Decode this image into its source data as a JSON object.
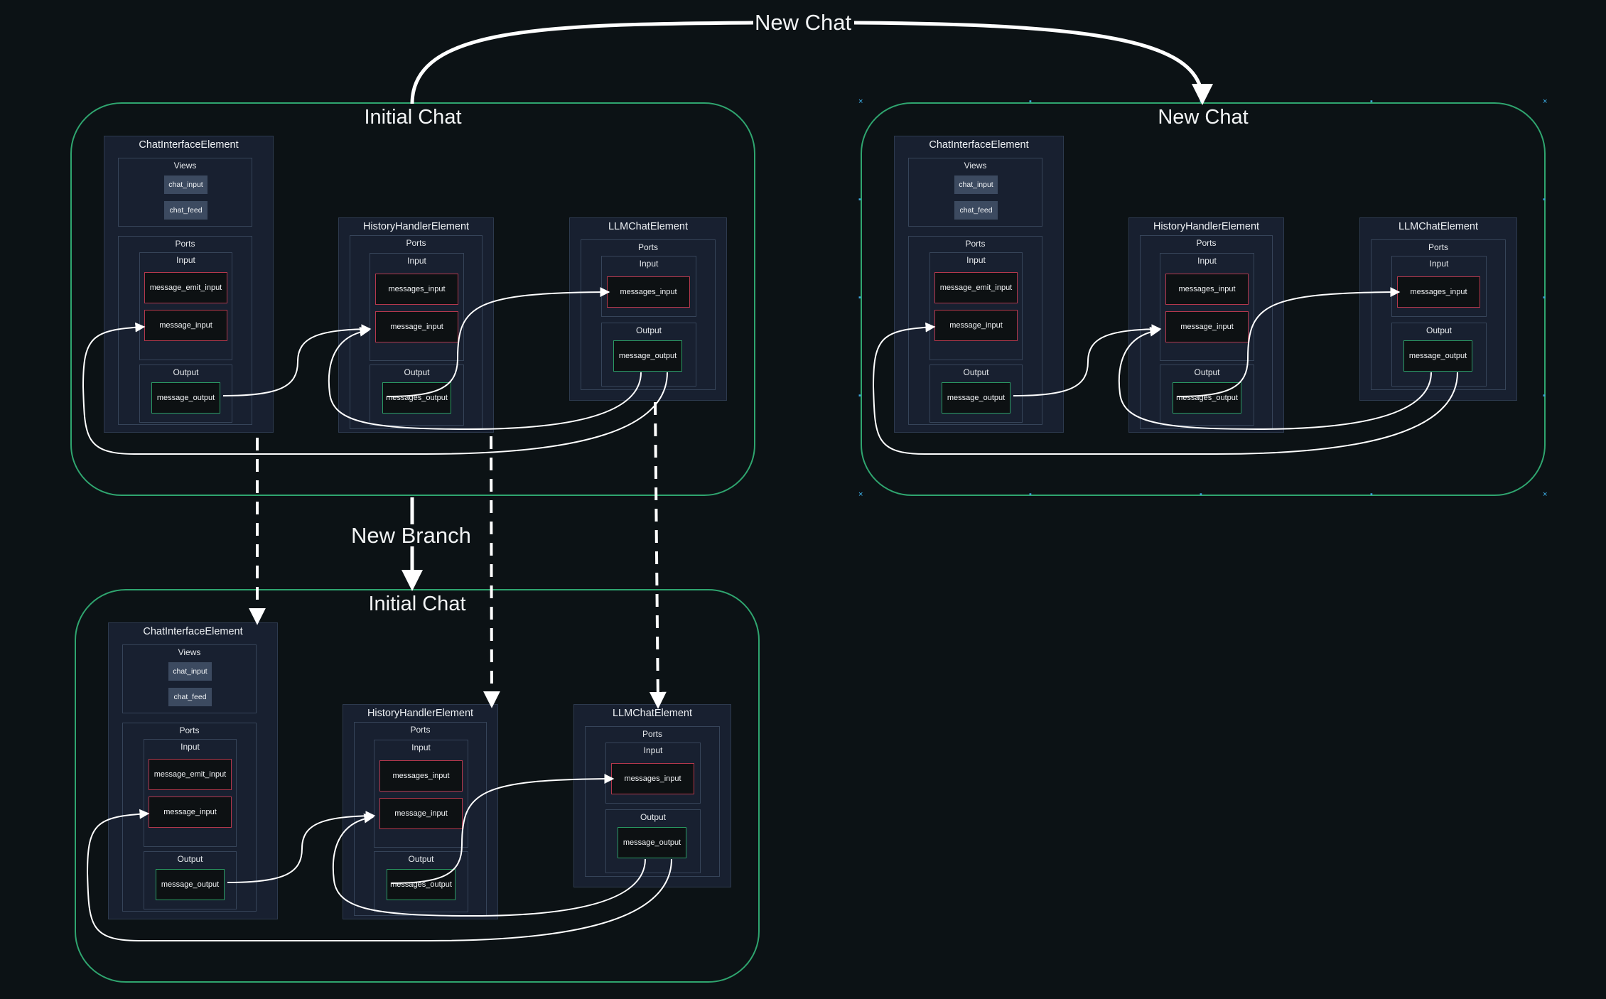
{
  "labels": {
    "new_chat_edge": "New Chat",
    "new_branch_edge": "New Branch"
  },
  "groups": {
    "initial": {
      "title": "Initial Chat"
    },
    "new_chat": {
      "title": "New Chat"
    },
    "branch": {
      "title": "Initial Chat"
    }
  },
  "element_titles": {
    "chat_interface": "ChatInterfaceElement",
    "history_handler": "HistoryHandlerElement",
    "llm_chat": "LLMChatElement"
  },
  "section_titles": {
    "views": "Views",
    "ports": "Ports",
    "input": "Input",
    "output": "Output"
  },
  "views": {
    "chat_input": "chat_input",
    "chat_feed": "chat_feed"
  },
  "ports": {
    "message_emit_input": "message_emit_input",
    "message_input": "message_input",
    "message_output": "message_output",
    "messages_input": "messages_input",
    "messages_output": "messages_output"
  },
  "colors": {
    "background": "#0c1215",
    "group_border": "#2fa56f",
    "input_port_border": "#b4384c",
    "output_port_border": "#2a9a63",
    "selection_handle": "#3aa3d8"
  }
}
